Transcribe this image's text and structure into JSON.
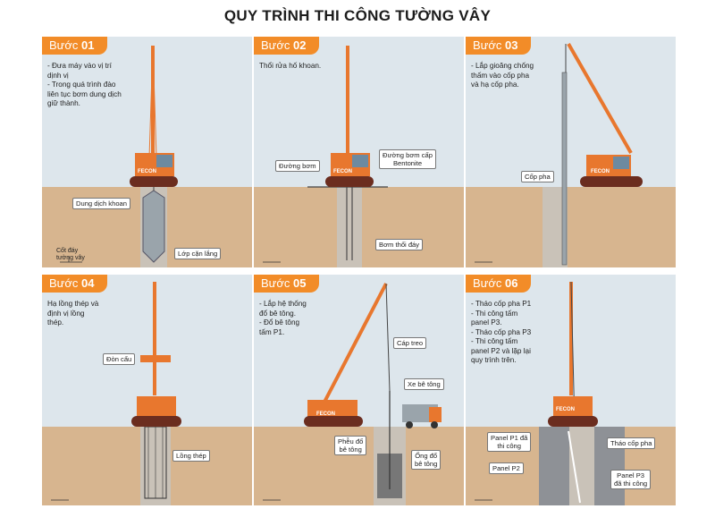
{
  "title": "QUY TRÌNH THI CÔNG TƯỜNG VÂY",
  "colors": {
    "accent": "#f28c28",
    "sky": "#dde6ec",
    "soil": "#d7b58f",
    "crane": "#e8772e",
    "track": "#6b2d1f"
  },
  "brand": "FECON",
  "steps": [
    {
      "label": "Bước",
      "num": "01",
      "desc": "- Đưa máy vào vị trí\ndịnh vị\n-  Trong quá trình đào\nliên tục bơm dung dịch\ngiữ thành.",
      "labels": [
        "Dung dịch khoan",
        "Lớp cặn lắng"
      ],
      "plain": "Cốt đáy\ntường vây"
    },
    {
      "label": "Bước",
      "num": "02",
      "desc": "Thổi rửa hố khoan.",
      "labels": [
        "Đường bơm",
        "Đường bơm cấp\nBentonite",
        "Bơm thổi đáy"
      ]
    },
    {
      "label": "Bước",
      "num": "03",
      "desc": "- Lắp gioăng chống\nthấm vào cốp pha\nvà hạ cốp pha.",
      "labels": [
        "Cốp pha"
      ]
    },
    {
      "label": "Bước",
      "num": "04",
      "desc": "Hạ lồng thép và\nđịnh vị lồng\nthép.",
      "labels": [
        "Đòn cẩu",
        "Lồng thép"
      ]
    },
    {
      "label": "Bước",
      "num": "05",
      "desc": "- Lắp hệ thống\nđổ bê tông.\n- Đổ bê tông\ntấm P1.",
      "labels": [
        "Cáp treo",
        "Xe bê tông",
        "Phễu đổ\nbê tông",
        "Ống đổ\nbê tông"
      ]
    },
    {
      "label": "Bước",
      "num": "06",
      "desc": "- Tháo cốp pha P1\n- Thi công tấm\npanel P3.\n- Tháo cốp pha P3\n- Thi công tấm\npanel P2 và lặp lại\nquy trình trên.",
      "labels": [
        "Panel P1 đã\nthi công",
        "Tháo cốp pha",
        "Panel P2",
        "Panel P3\nđã thi công"
      ]
    }
  ]
}
